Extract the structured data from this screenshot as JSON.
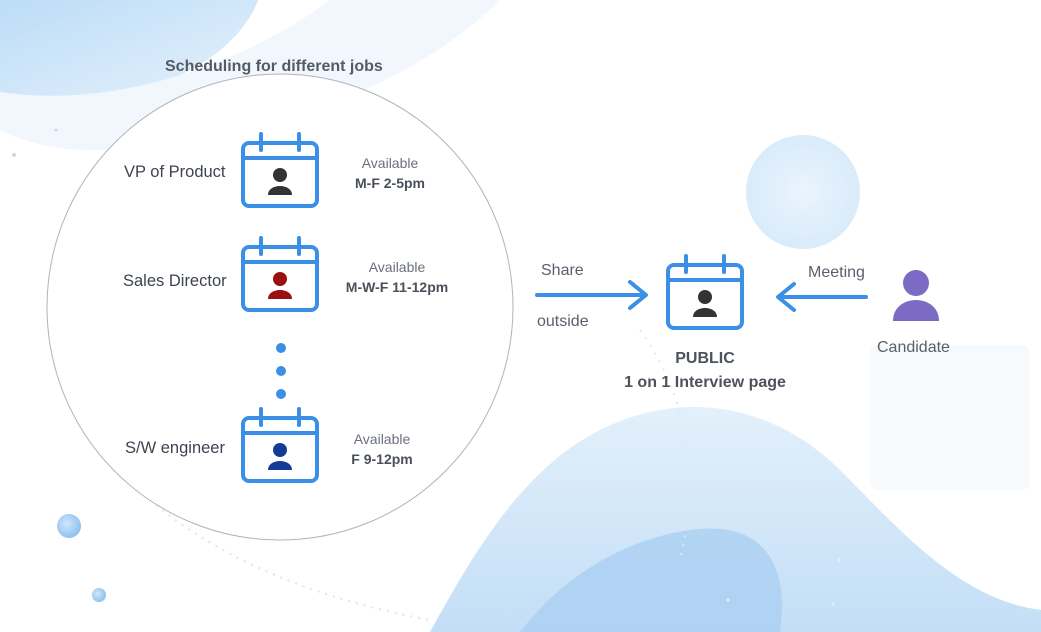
{
  "title": "Scheduling for different jobs",
  "jobs": [
    {
      "role": "VP of Product",
      "available_label": "Available",
      "hours": "M-F 2-5pm",
      "person_color": "#333333"
    },
    {
      "role": "Sales Director",
      "available_label": "Available",
      "hours": "M-W-F 11-12pm",
      "person_color": "#9a1010"
    },
    {
      "role": "S/W engineer",
      "available_label": "Available",
      "hours": "F 9-12pm",
      "person_color": "#143c96"
    }
  ],
  "share": {
    "line1": "Share",
    "line2": "outside"
  },
  "public_page": {
    "line1": "PUBLIC",
    "line2": "1 on 1 Interview page",
    "person_color": "#333333"
  },
  "meeting": "Meeting",
  "candidate": {
    "label": "Candidate",
    "color": "#7b6bc4"
  },
  "colors": {
    "accent": "#3b8fe6",
    "circle_border": "#aeb4bd"
  }
}
